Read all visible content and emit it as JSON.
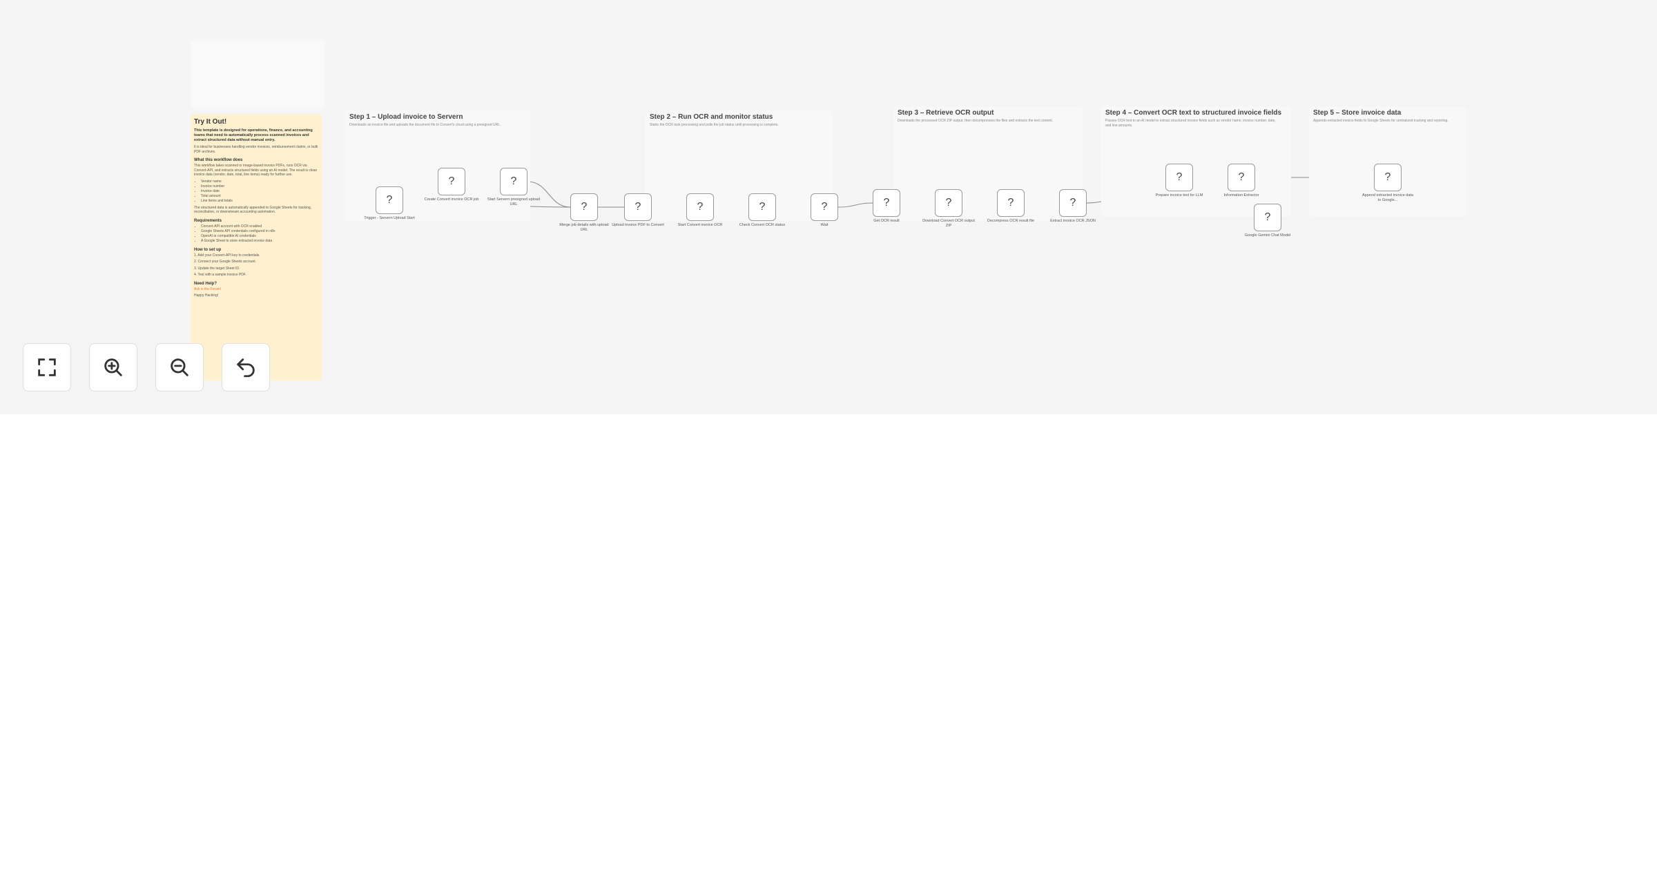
{
  "canvas": {
    "background": "#f5f5f5",
    "sticky_note": {
      "color": "#fff1cf",
      "title": "Try It Out!",
      "intro": "This template is designed for operations, finance, and accounting teams that need to automatically process scanned invoices and extract structured data without manual entry.",
      "p1": "It is ideal for businesses handling vendor invoices, reimbursement claims, or bulk PDF archives.",
      "what_heading": "What this workflow does",
      "what_p": "This workflow takes scanned or image-based invoice PDFs, runs OCR via Convert-API, and extracts structured fields using an AI model. The result is clean invoice data (vendor, date, total, line items) ready for further use.",
      "what_items": [
        "Vendor name",
        "Invoice number",
        "Invoice date",
        "Total amount",
        "Line items and totals"
      ],
      "what_p2": "The structured data is automatically appended to Google Sheets for tracking, reconciliation, or downstream accounting automation.",
      "req_heading": "Requirements",
      "req_items": [
        "Convert-API account with OCR enabled",
        "Google Sheets API credentials configured in n8n",
        "OpenAI or compatible AI credentials",
        "A Google Sheet to store extracted invoice data"
      ],
      "setup_heading": "How to set up",
      "setup_steps": [
        "1. Add your Convert-API key to credentials.",
        "2. Connect your Google Sheets account.",
        "3. Update the target Sheet ID.",
        "4. Test with a sample invoice PDF."
      ],
      "help_heading": "Need Help?",
      "help_text": "Ask in the Forum!",
      "sign_off": "Happy Hacking!"
    },
    "sections": [
      {
        "title": "Step 1 – Upload invoice to Servern",
        "desc": "Downloads an invoice file and uploads the document file to Convert's cloud using a presigned URL."
      },
      {
        "title": "Step 2 – Run OCR and monitor status",
        "desc": "Starts the OCR task processing and polls the job status until processing is complete."
      },
      {
        "title": "Step 3 – Retrieve OCR output",
        "desc": "Downloads the processed OCR ZIP output, then decompresses the files and extracts the text content."
      },
      {
        "title": "Step 4 – Convert OCR text to structured invoice fields",
        "desc": "Passes OCR text to an AI model to extract structured invoice fields such as vendor name, invoice number, date, and line amounts."
      },
      {
        "title": "Step 5 – Store invoice data",
        "desc": "Appends extracted invoice fields to Google Sheets for centralized tracking and reporting."
      }
    ],
    "nodes": [
      {
        "icon": "?",
        "label": "Trigger - Servern Upload Start"
      },
      {
        "icon": "?",
        "label": "Create Convert invoice OCR job"
      },
      {
        "icon": "?",
        "label": "Start Servern presigned upload URL"
      },
      {
        "icon": "?",
        "label": "Merge job details with upload URL"
      },
      {
        "icon": "?",
        "label": "Upload invoice PDF to Convert"
      },
      {
        "icon": "?",
        "label": "Start Convert invoice OCR"
      },
      {
        "icon": "?",
        "label": "Check Convert OCR status"
      },
      {
        "icon": "?",
        "label": "Wait"
      },
      {
        "icon": "?",
        "label": "Get OCR result"
      },
      {
        "icon": "?",
        "label": "Download Convert OCR output ZIP"
      },
      {
        "icon": "?",
        "label": "Decompress OCR result file"
      },
      {
        "icon": "?",
        "label": "Extract invoice OCR JSON"
      },
      {
        "icon": "?",
        "label": "Prepare invoice text for LLM"
      },
      {
        "icon": "?",
        "label": "Information Extractor"
      },
      {
        "icon": "?",
        "label": "Google Gemini Chat Model"
      },
      {
        "icon": "?",
        "label": "Append extracted invoice data to Google..."
      }
    ]
  },
  "toolbar": {
    "fit_view": "fit-view-icon",
    "zoom_in": "zoom-in-icon",
    "zoom_out": "zoom-out-icon",
    "reset": "undo-icon"
  },
  "colors": {
    "note_background": "#fff1cf",
    "node_border": "#9a9a9a",
    "connector": "#8a8a8a",
    "canvas": "#f5f5f5"
  }
}
